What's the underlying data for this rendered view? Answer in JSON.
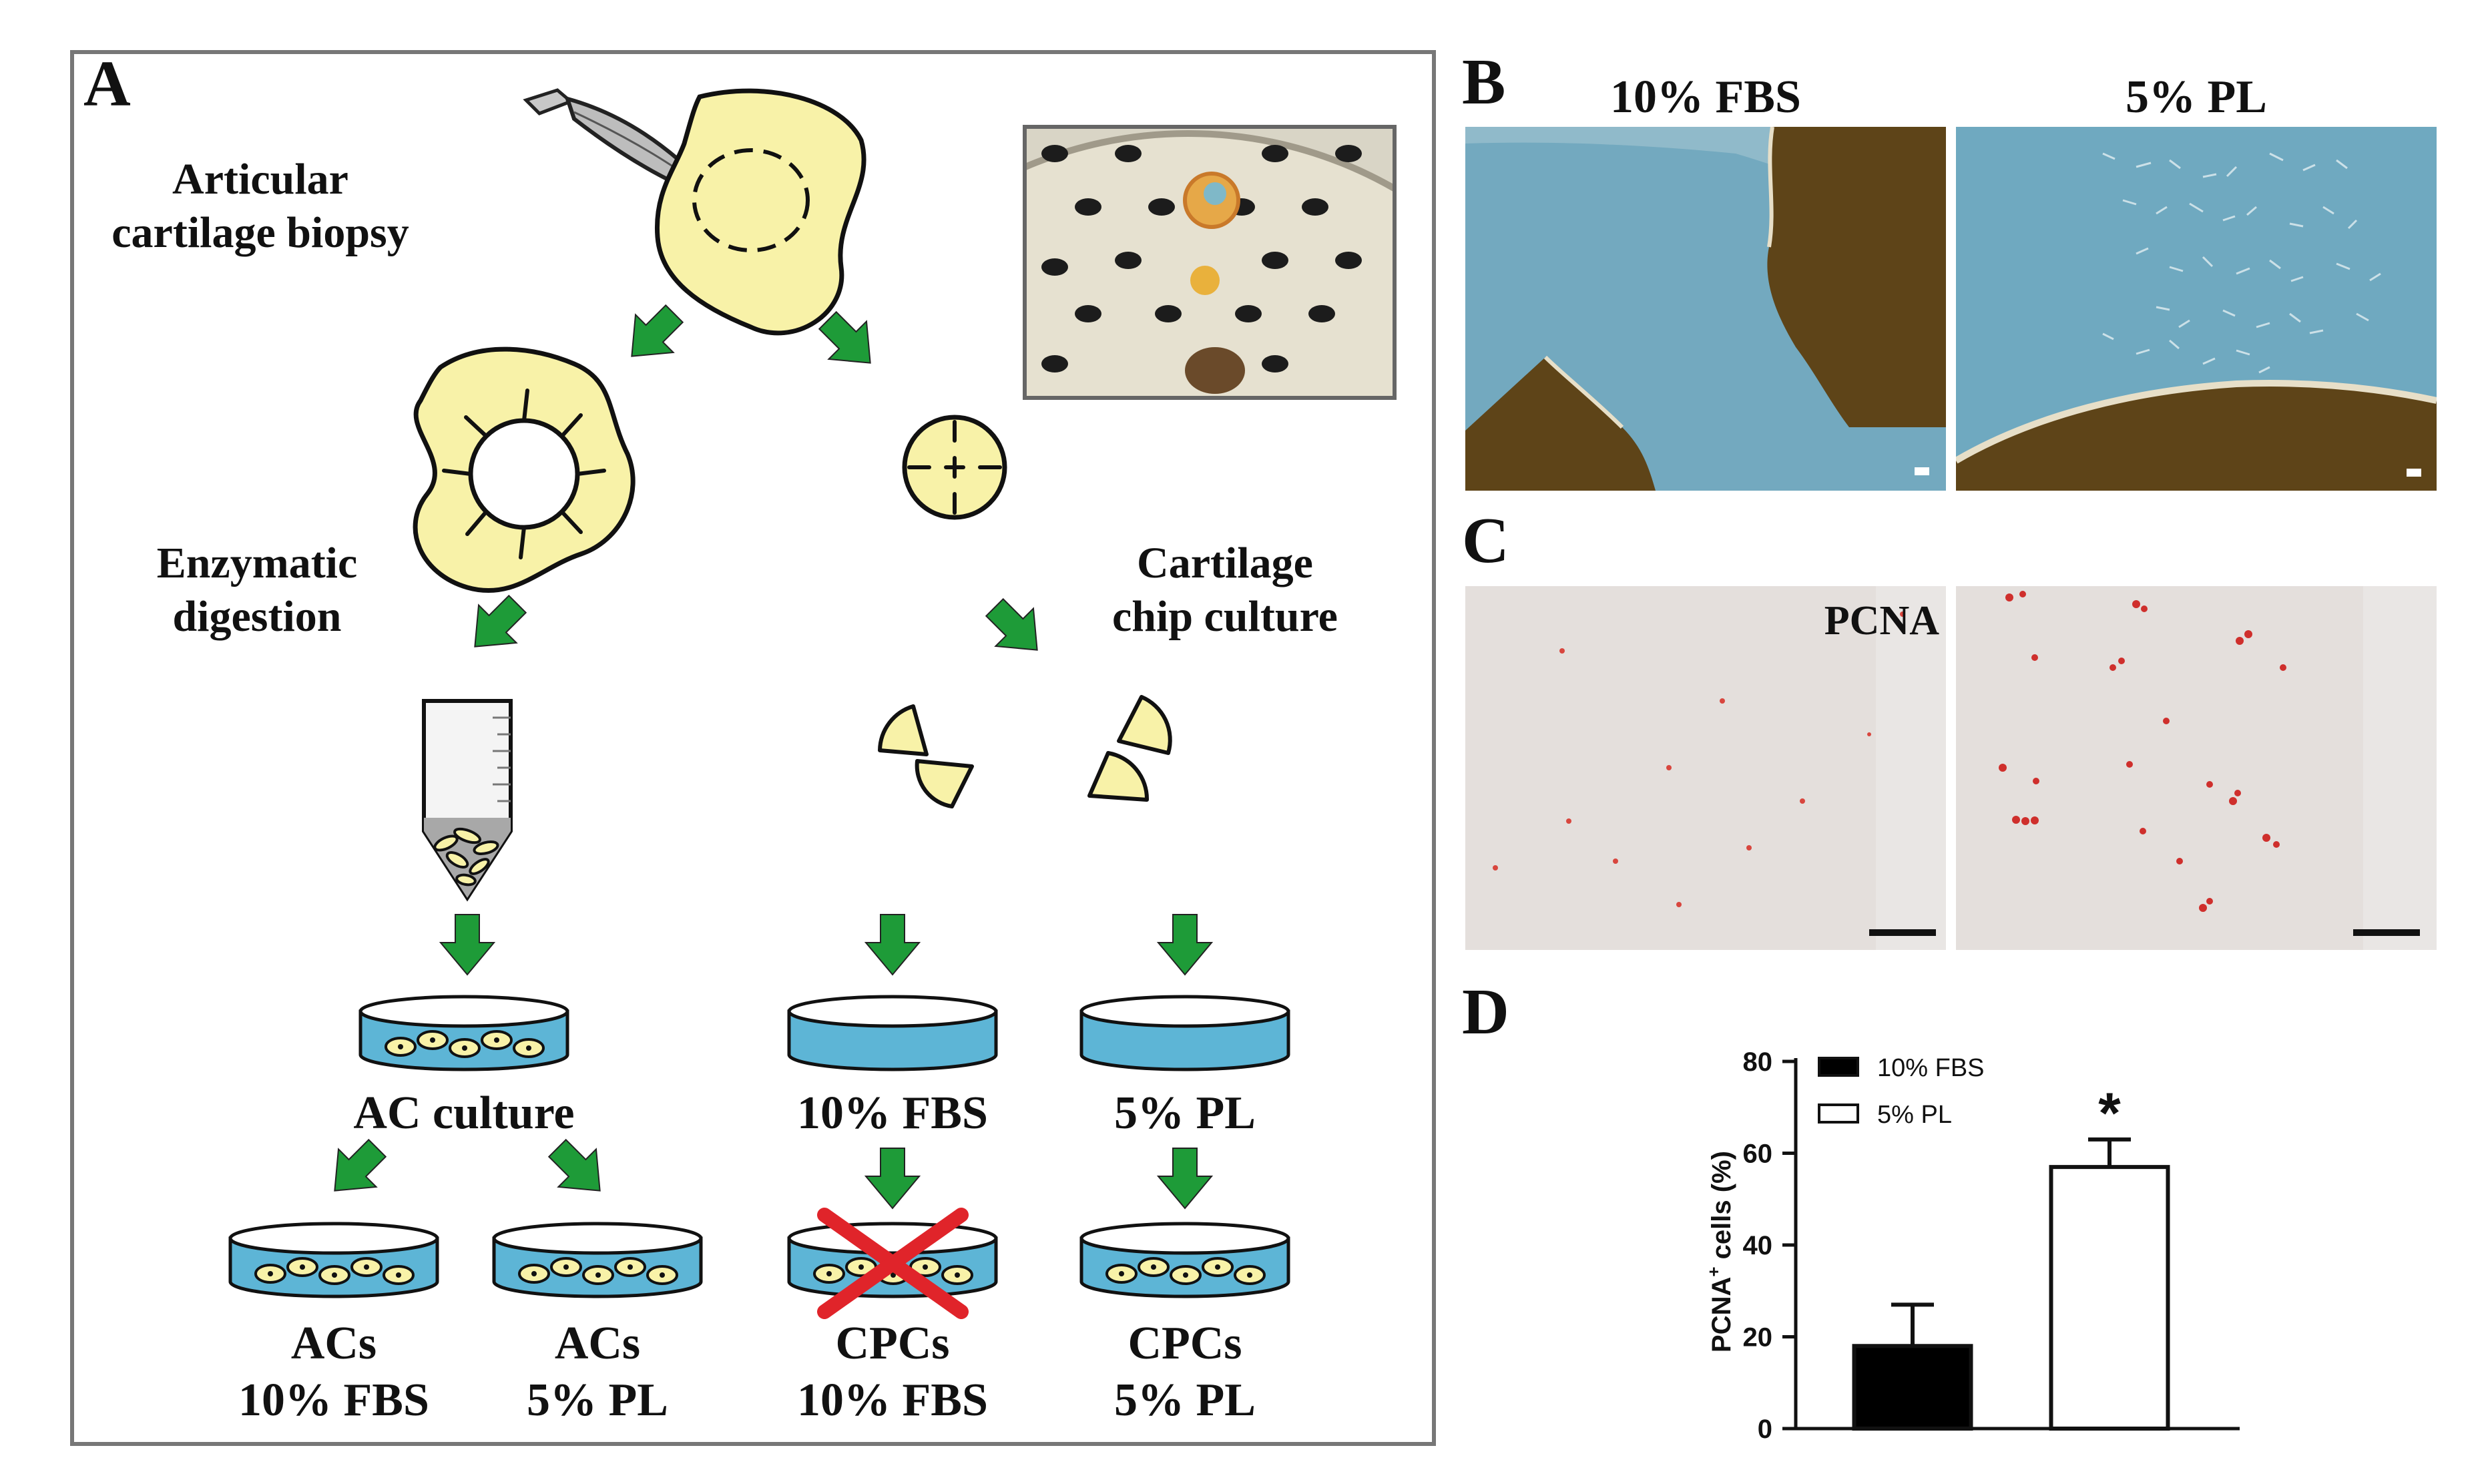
{
  "panels": {
    "a": {
      "letter": "A",
      "biopsy": [
        "Articular",
        "cartilage biopsy"
      ],
      "enzymatic": [
        "Enzymatic",
        "digestion"
      ],
      "chip": [
        "Cartilage",
        "chip culture"
      ],
      "ac_culture": "AC culture",
      "mid_fbs": "10% FBS",
      "mid_pl": "5% PL",
      "bottom": [
        {
          "line1": "ACs",
          "line2": "10% FBS"
        },
        {
          "line1": "ACs",
          "line2": "5% PL"
        },
        {
          "line1": "CPCs",
          "line2": "10% FBS"
        },
        {
          "line1": "CPCs",
          "line2": "5% PL"
        }
      ]
    },
    "b": {
      "letter": "B",
      "label_left": "10% FBS",
      "label_right": "5% PL"
    },
    "c": {
      "letter": "C",
      "stain": "PCNA"
    },
    "d": {
      "letter": "D"
    }
  },
  "colors": {
    "arrow": "#1e9b38",
    "cartilage": "#f8f2a8",
    "medium": "#5db5d6",
    "cross": "#e0242a",
    "micro_bg": "#6fa9c0",
    "tissue": "#5e4418"
  },
  "chart_data": {
    "type": "bar",
    "categories": [
      "10% FBS",
      "5% PL"
    ],
    "series": [
      {
        "name": "10% FBS",
        "value": 18,
        "error": 9,
        "fill": "#000000"
      },
      {
        "name": "5% PL",
        "value": 57,
        "error": 6,
        "fill": "#ffffff"
      }
    ],
    "ylabel": "PCNA+ cells (%)",
    "ylabel_main": "PCNA",
    "ylabel_sup": "+",
    "ylabel_rest": " cells (%)",
    "ylim": [
      0,
      80
    ],
    "yticks": [
      0,
      20,
      40,
      60,
      80
    ],
    "legend_position": "top-left",
    "annotation": "*"
  }
}
